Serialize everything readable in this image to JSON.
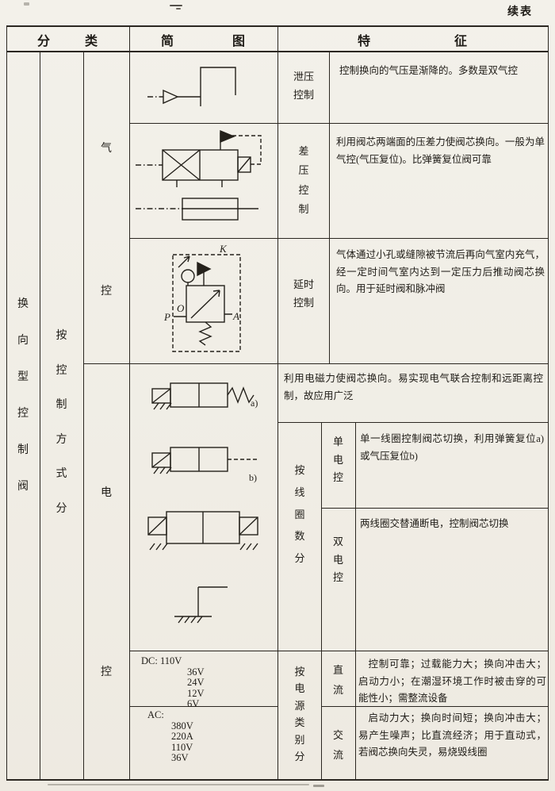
{
  "page": {
    "continued": "续表"
  },
  "colors": {
    "paper": "#f2efe8",
    "ink": "#24211b"
  },
  "header": {
    "category": "分 类",
    "diagram": "简 图",
    "feature": "特 征"
  },
  "spine": {
    "valve_type": "换向型控制阀",
    "by_control": "按控制方式分",
    "pneumatic": [
      "气",
      "控"
    ],
    "electric": [
      "电",
      "控"
    ]
  },
  "pneumatic_rows": {
    "relief": {
      "label": "泄压控制",
      "feature": "控制换向的气压是渐降的。多数是双气控"
    },
    "differential": {
      "label": "差压控制",
      "feature": "利用阀芯两端面的压差力使阀芯换向。一般为单气控(气压复位)。比弹簧复位阀可靠"
    },
    "delay": {
      "label": "延时控制",
      "feature": "气体通过小孔或缝隙被节流后再向气室内充气，经一定时间气室内达到一定压力后推动阀芯换向。用于延时阀和脉冲阀"
    }
  },
  "electric_rows": {
    "intro": "利用电磁力使阀芯换向。易实现电气联合控制和远距离控制，故应用广泛",
    "by_coils": "按线圈数分",
    "single": {
      "label": "单电控",
      "feature": "单一线圈控制阀芯切换，利用弹簧复位a)或气压复位b)"
    },
    "double": {
      "label": "双电控",
      "feature": "两线圈交替通断电，控制阀芯切换"
    },
    "by_power": "按电源类别分",
    "dc": {
      "label": "直流",
      "voltages": [
        "DC: 110V",
        "36V",
        "24V",
        "12V",
        "6V"
      ],
      "feature": "控制可靠；过载能力大；换向冲击大；启动力小；在潮湿环境工作时被击穿的可能性小；需整流设备"
    },
    "ac": {
      "label": "交流",
      "voltages": [
        "AC:",
        "380V",
        "220A",
        "110V",
        "36V"
      ],
      "feature": "启动力大；换向时间短；换向冲击大；易产生噪声；比直流经济；用于直动式，若阀芯换向失灵，易烧毁线圈"
    }
  },
  "diagram_labels": {
    "a": "a)",
    "b": "b)",
    "k": "K",
    "o": "O",
    "p": "P",
    "a_port": "A"
  }
}
